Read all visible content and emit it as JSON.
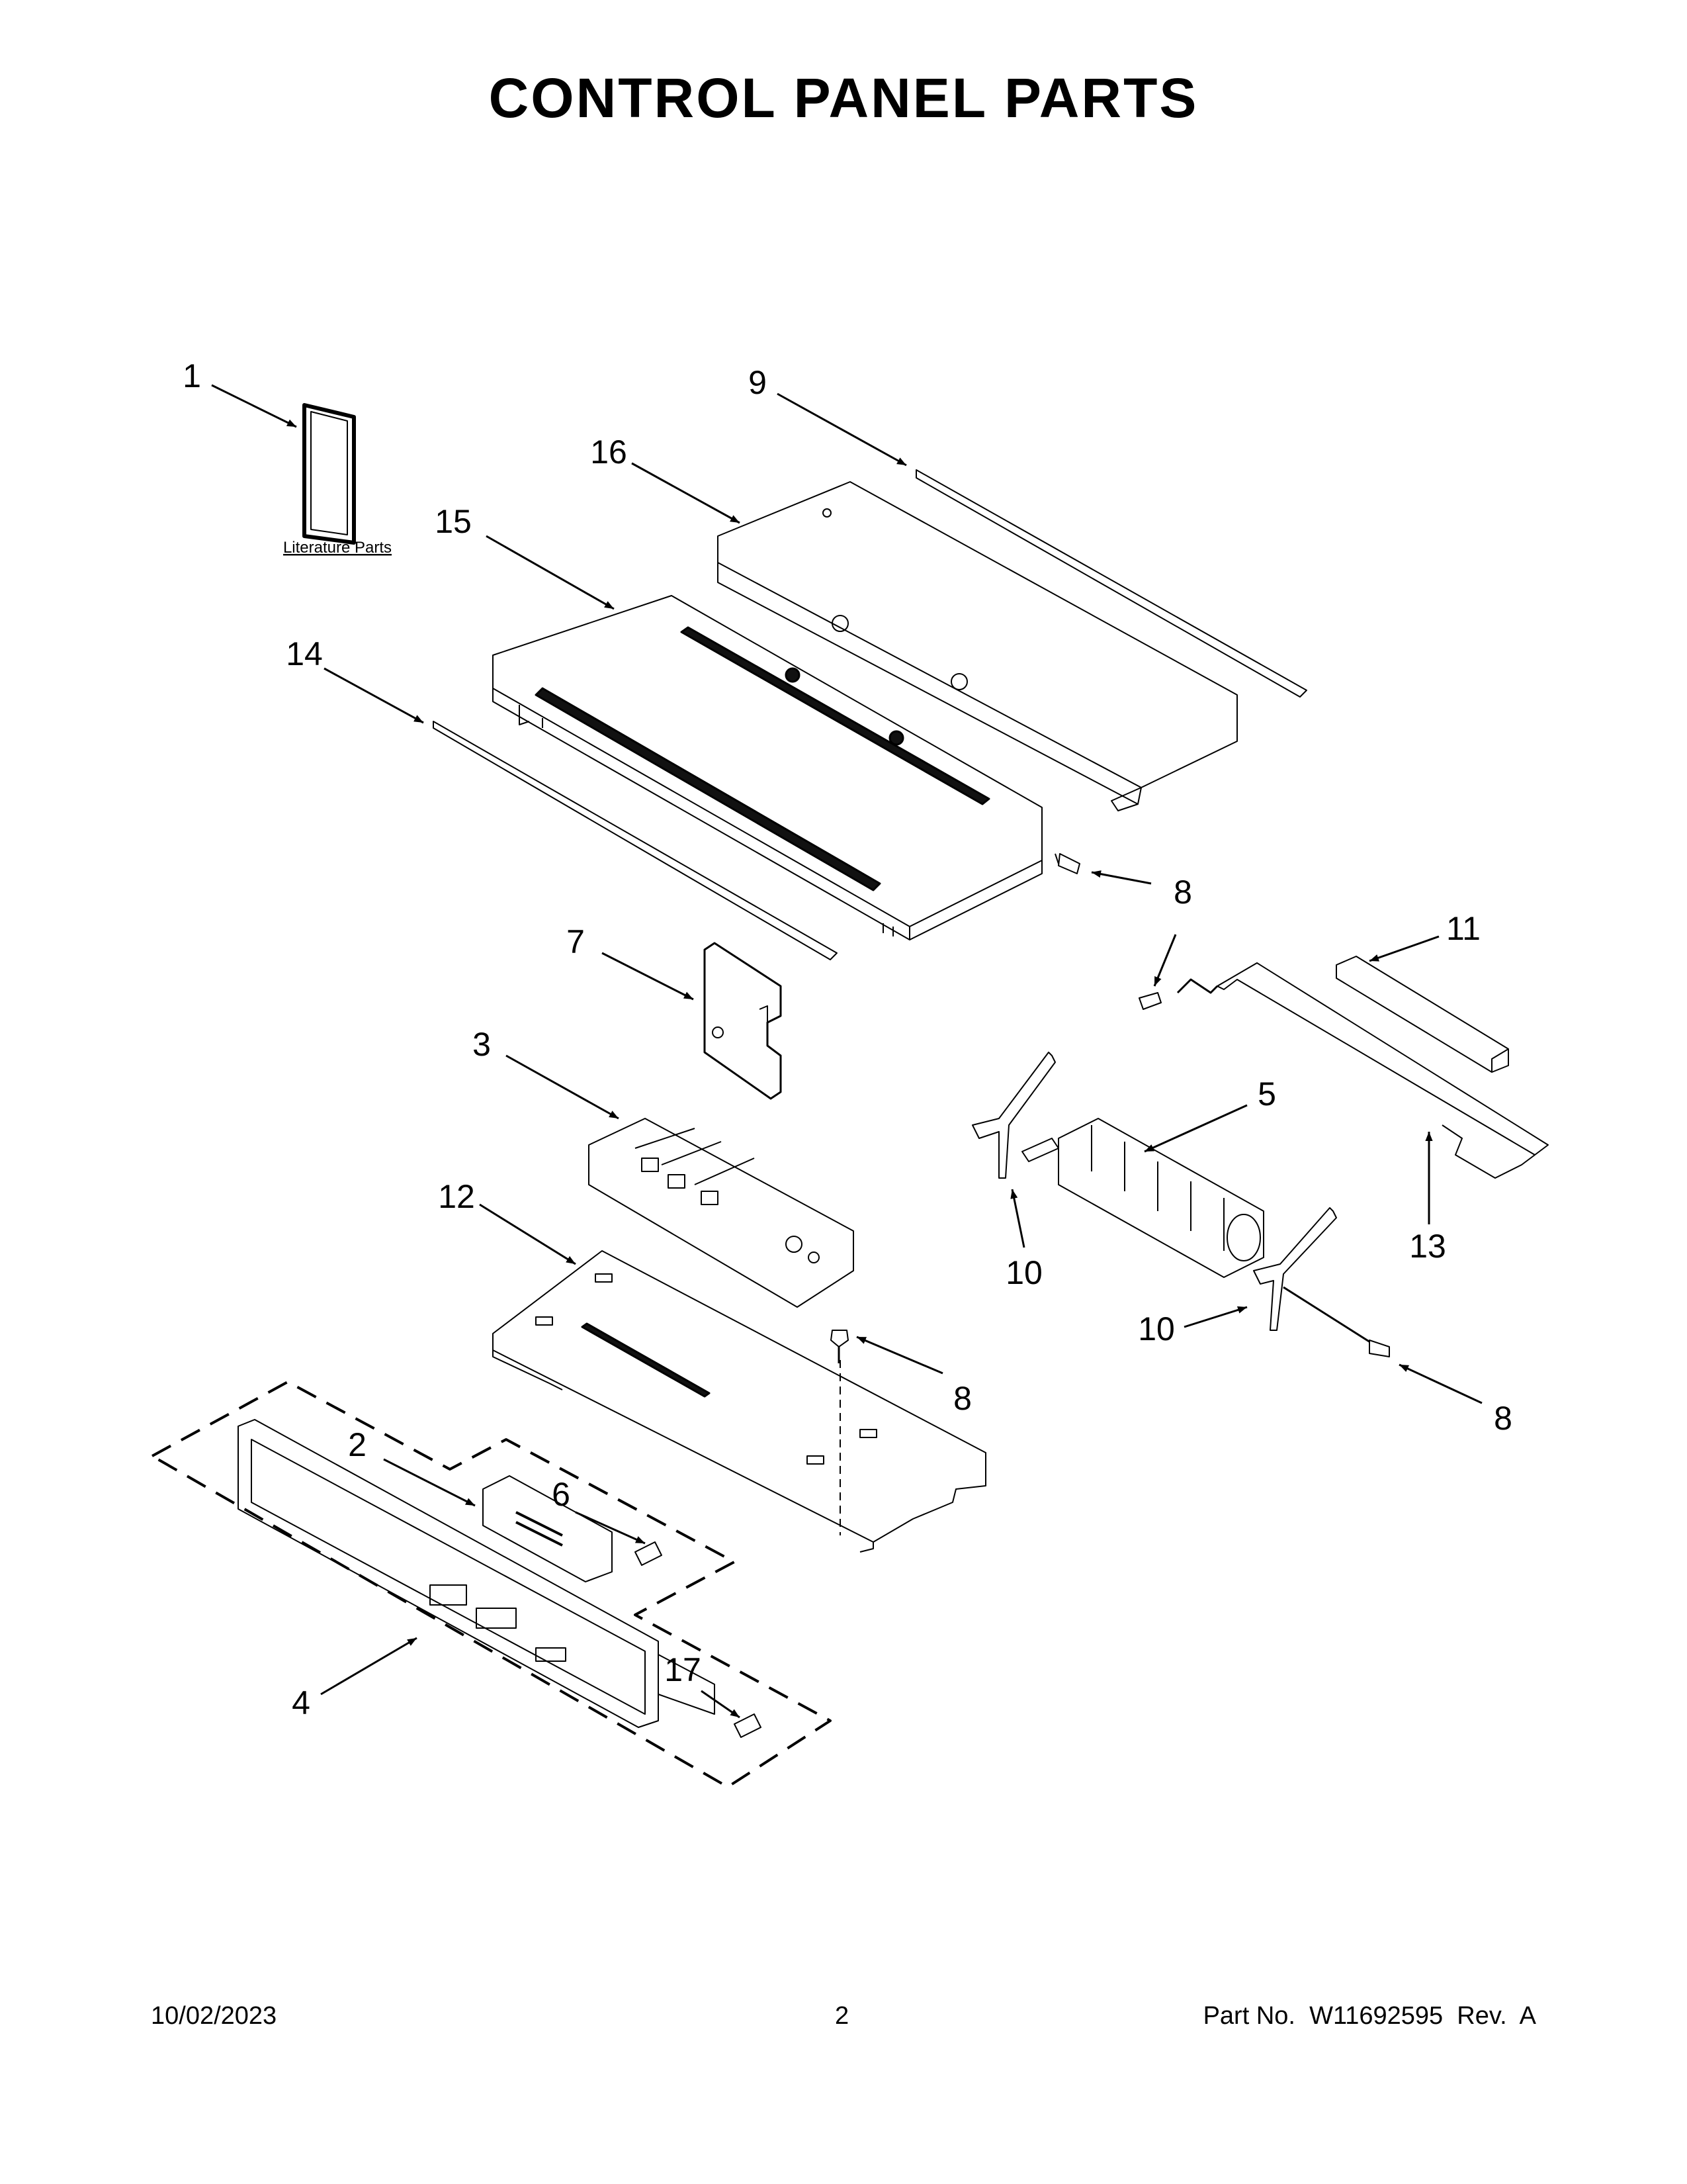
{
  "page": {
    "title": "CONTROL PANEL PARTS"
  },
  "diagram": {
    "literature_label": "Literature Parts",
    "callouts": [
      "1",
      "9",
      "16",
      "15",
      "14",
      "8",
      "11",
      "7",
      "3",
      "5",
      "12",
      "10",
      "10",
      "13",
      "8",
      "8",
      "2",
      "6",
      "4",
      "17"
    ]
  },
  "footer": {
    "date": "10/02/2023",
    "page_number": "2",
    "part_info": "Part No.  W11692595  Rev.  A"
  }
}
